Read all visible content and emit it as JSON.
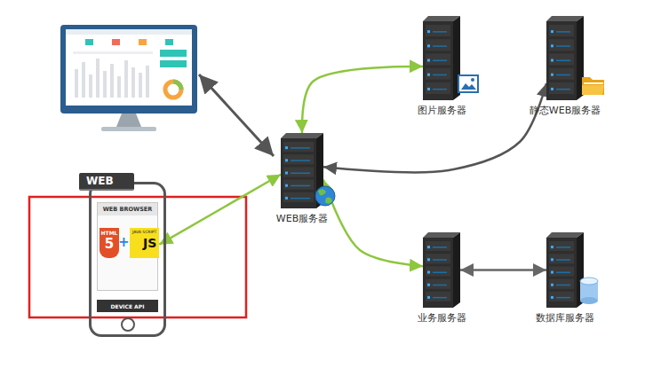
{
  "diagram": {
    "nodes": [
      {
        "text": [
          "WEB"
        ]
      },
      {
        "text": [
          "WEB BROWSER"
        ],
        "in": 0
      },
      {
        "text": [
          "HTML",
          "5"
        ],
        "in": 1
      },
      {
        "text": [
          "JAVA SCRIPT",
          "JS"
        ],
        "in": 1
      },
      {
        "text": [
          "DEVICE API"
        ],
        "in": 0
      },
      {
        "text": [
          "WEB服务器"
        ]
      },
      {
        "text": [
          "图片服务器"
        ]
      },
      {
        "text": [
          "静态WEB服务器"
        ]
      },
      {
        "text": [
          "业务服务器"
        ]
      },
      {
        "text": [
          "数据库服务器"
        ]
      }
    ],
    "edges": [
      {
        "from": 3,
        "to": 5,
        "arrow": "both"
      },
      {
        "from": 5,
        "to": 6,
        "arrow": "both"
      },
      {
        "from": 5,
        "to": 7,
        "arrow": "both"
      },
      {
        "from": 5,
        "to": 8,
        "arrow": "both"
      },
      {
        "from": 8,
        "to": 9,
        "arrow": "both"
      }
    ],
    "labels": [
      "+"
    ]
  }
}
